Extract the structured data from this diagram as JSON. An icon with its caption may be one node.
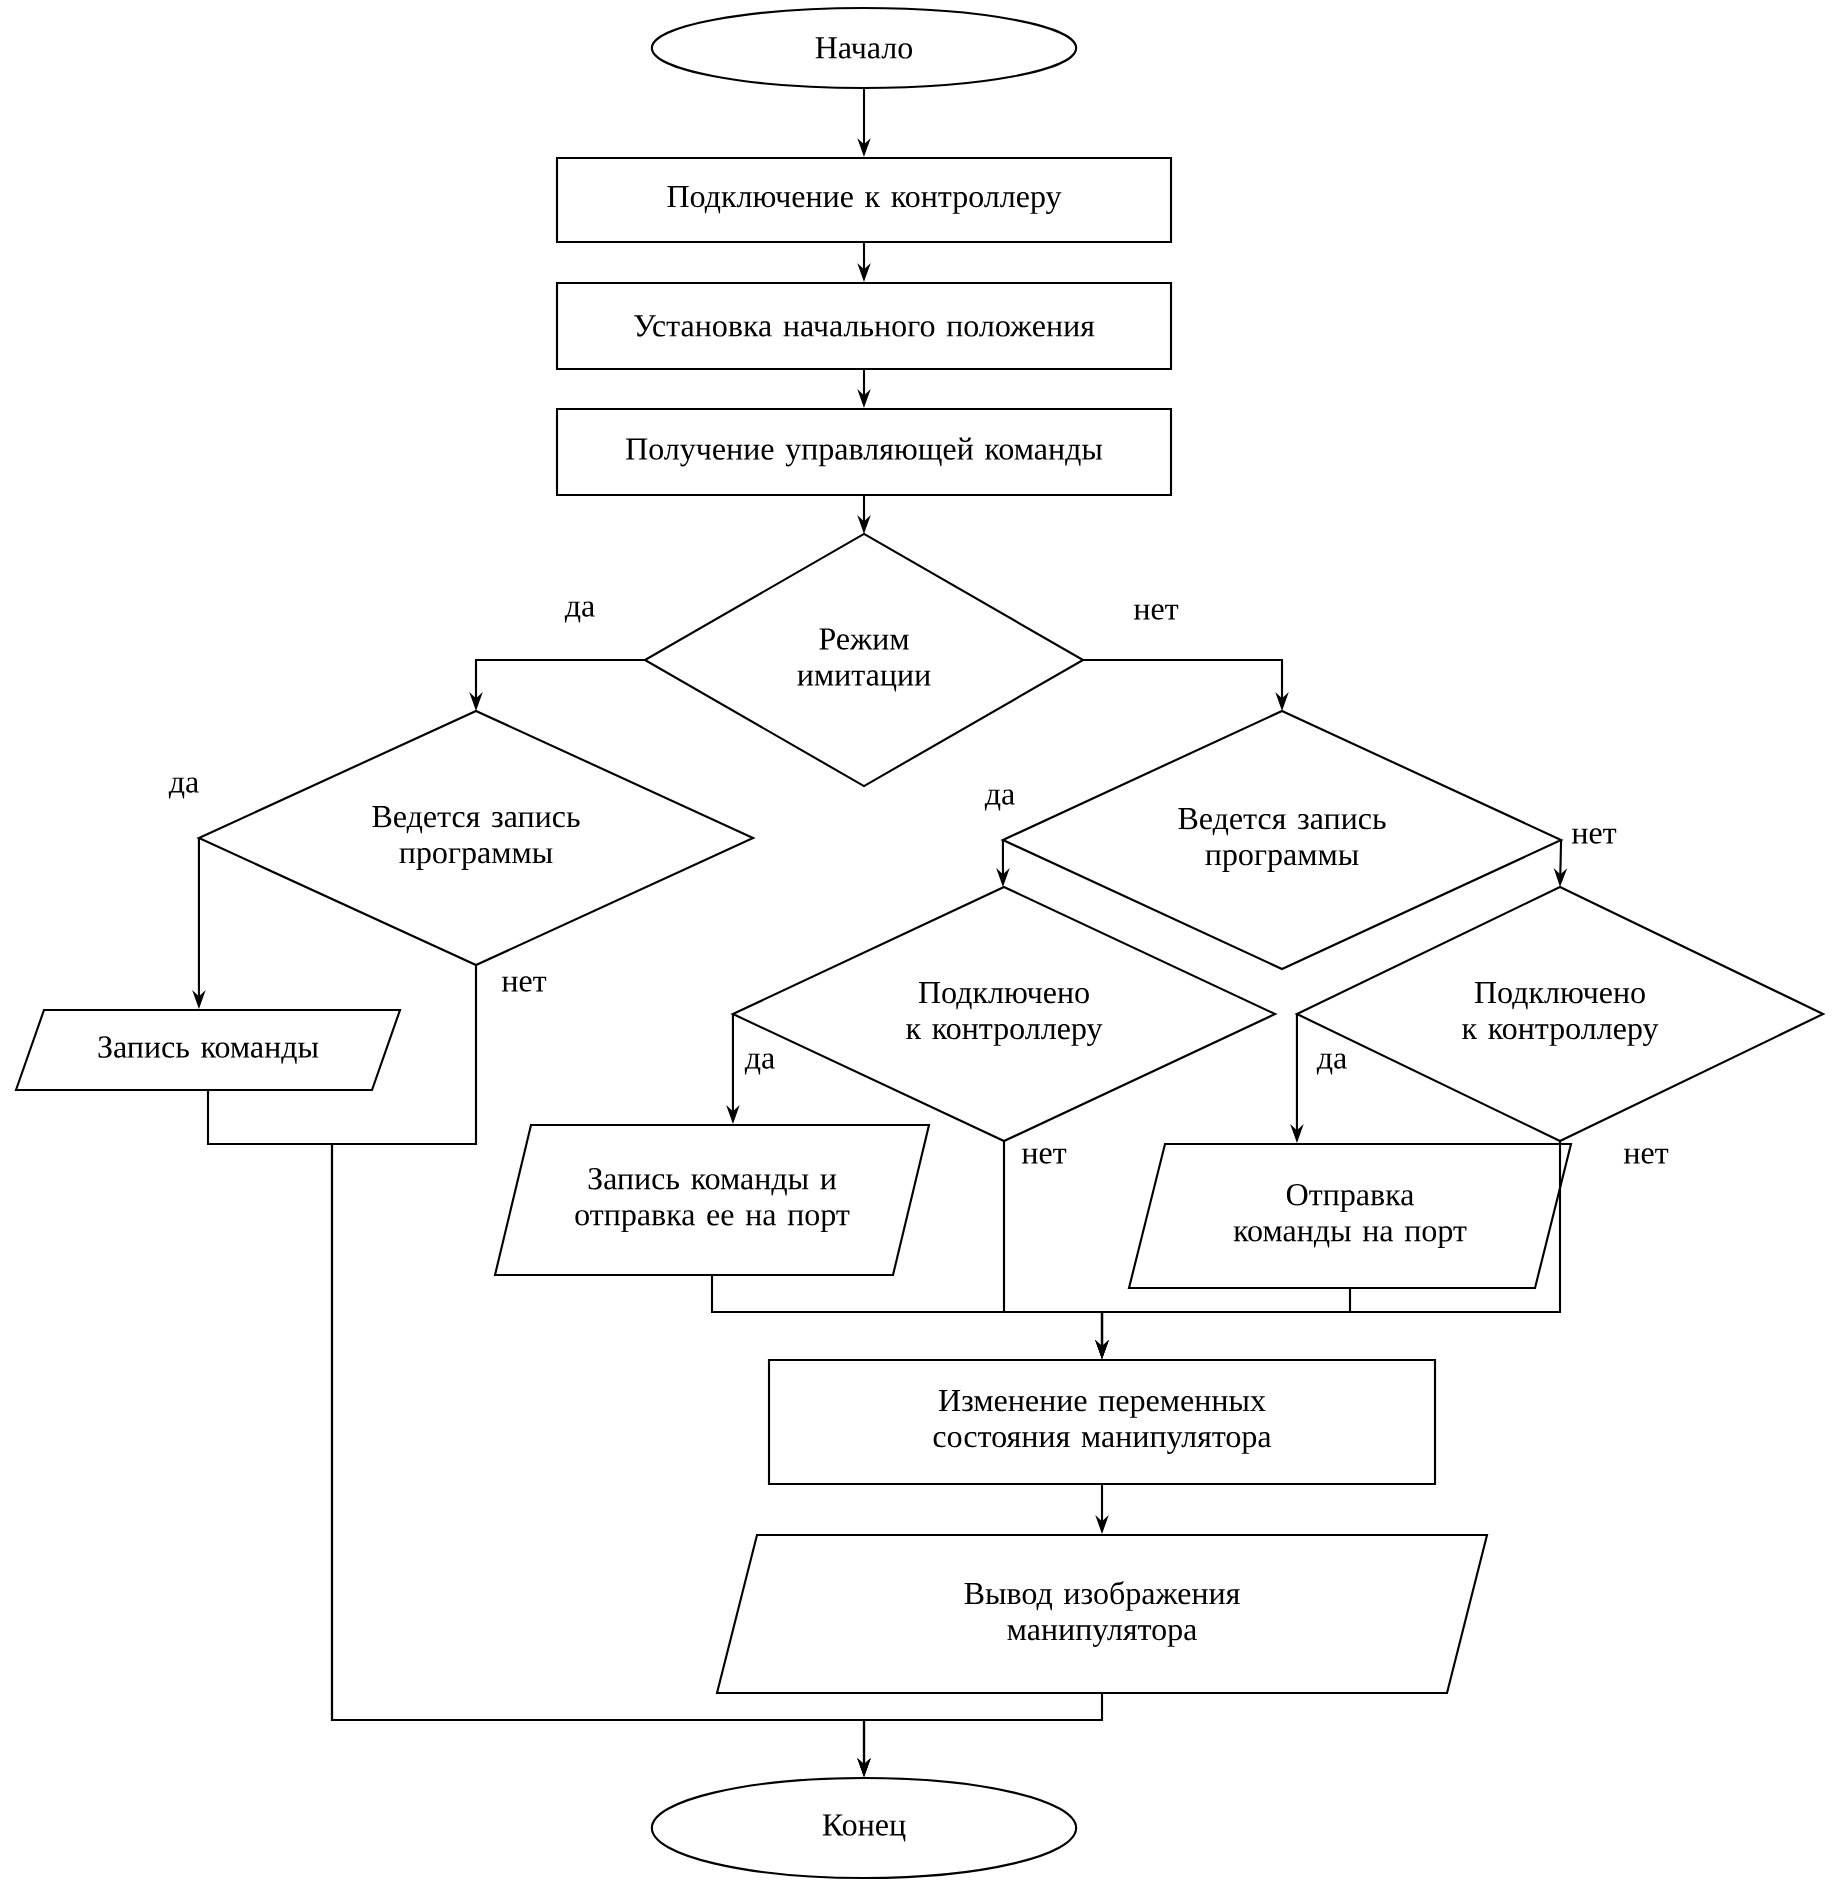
{
  "diagram": {
    "nodes": [
      {
        "text": [
          "Начало"
        ]
      },
      {
        "text": [
          "Подключение к контроллеру"
        ]
      },
      {
        "text": [
          "Установка начального положения"
        ]
      },
      {
        "text": [
          "Получение управляющей команды"
        ]
      },
      {
        "text": [
          "Режим имитации"
        ]
      },
      {
        "text": [
          "Ведется запись программы"
        ]
      },
      {
        "text": [
          "Запись команды"
        ]
      },
      {
        "text": [
          "Ведется запись программы"
        ]
      },
      {
        "text": [
          "Подключено к контроллеру"
        ]
      },
      {
        "text": [
          "Подключено к контроллеру"
        ]
      },
      {
        "text": [
          "Запись команды и отправка ее на порт"
        ]
      },
      {
        "text": [
          "Отправка команды на порт"
        ]
      },
      {
        "text": [
          "Изменение переменных состояния манипулятора"
        ]
      },
      {
        "text": [
          "Вывод изображения манипулятора"
        ]
      },
      {
        "text": [
          "Конец"
        ]
      }
    ],
    "edges": [
      {
        "from": 0,
        "to": 1,
        "arrow": "to"
      },
      {
        "from": 1,
        "to": 2,
        "arrow": "to"
      },
      {
        "from": 2,
        "to": 3,
        "arrow": "to"
      },
      {
        "from": 3,
        "to": 4,
        "arrow": "to"
      },
      {
        "from": 4,
        "to": 5,
        "arrow": "to",
        "label": "да"
      },
      {
        "from": 4,
        "to": 7,
        "arrow": "to",
        "label": "нет"
      },
      {
        "from": 5,
        "to": 6,
        "arrow": "to",
        "label": "да"
      },
      {
        "from": 5,
        "to": 14,
        "arrow": "to",
        "label": "нет"
      },
      {
        "from": 6,
        "to": 14,
        "arrow": "to"
      },
      {
        "from": 13,
        "to": 14,
        "arrow": "to"
      },
      {
        "from": 7,
        "to": 8,
        "arrow": "to",
        "label": "да"
      },
      {
        "from": 7,
        "to": 9,
        "arrow": "to",
        "label": "нет"
      },
      {
        "from": 8,
        "to": 10,
        "arrow": "to",
        "label": "да"
      },
      {
        "from": 8,
        "to": 12,
        "arrow": "to",
        "label": "нет"
      },
      {
        "from": 10,
        "to": 12,
        "arrow": "to"
      },
      {
        "from": 9,
        "to": 11,
        "arrow": "to",
        "label": "да"
      },
      {
        "from": 9,
        "to": 12,
        "arrow": "to",
        "label": "нет"
      },
      {
        "from": 11,
        "to": 12,
        "arrow": "to"
      },
      {
        "from": 12,
        "to": 13,
        "arrow": "to"
      }
    ]
  }
}
